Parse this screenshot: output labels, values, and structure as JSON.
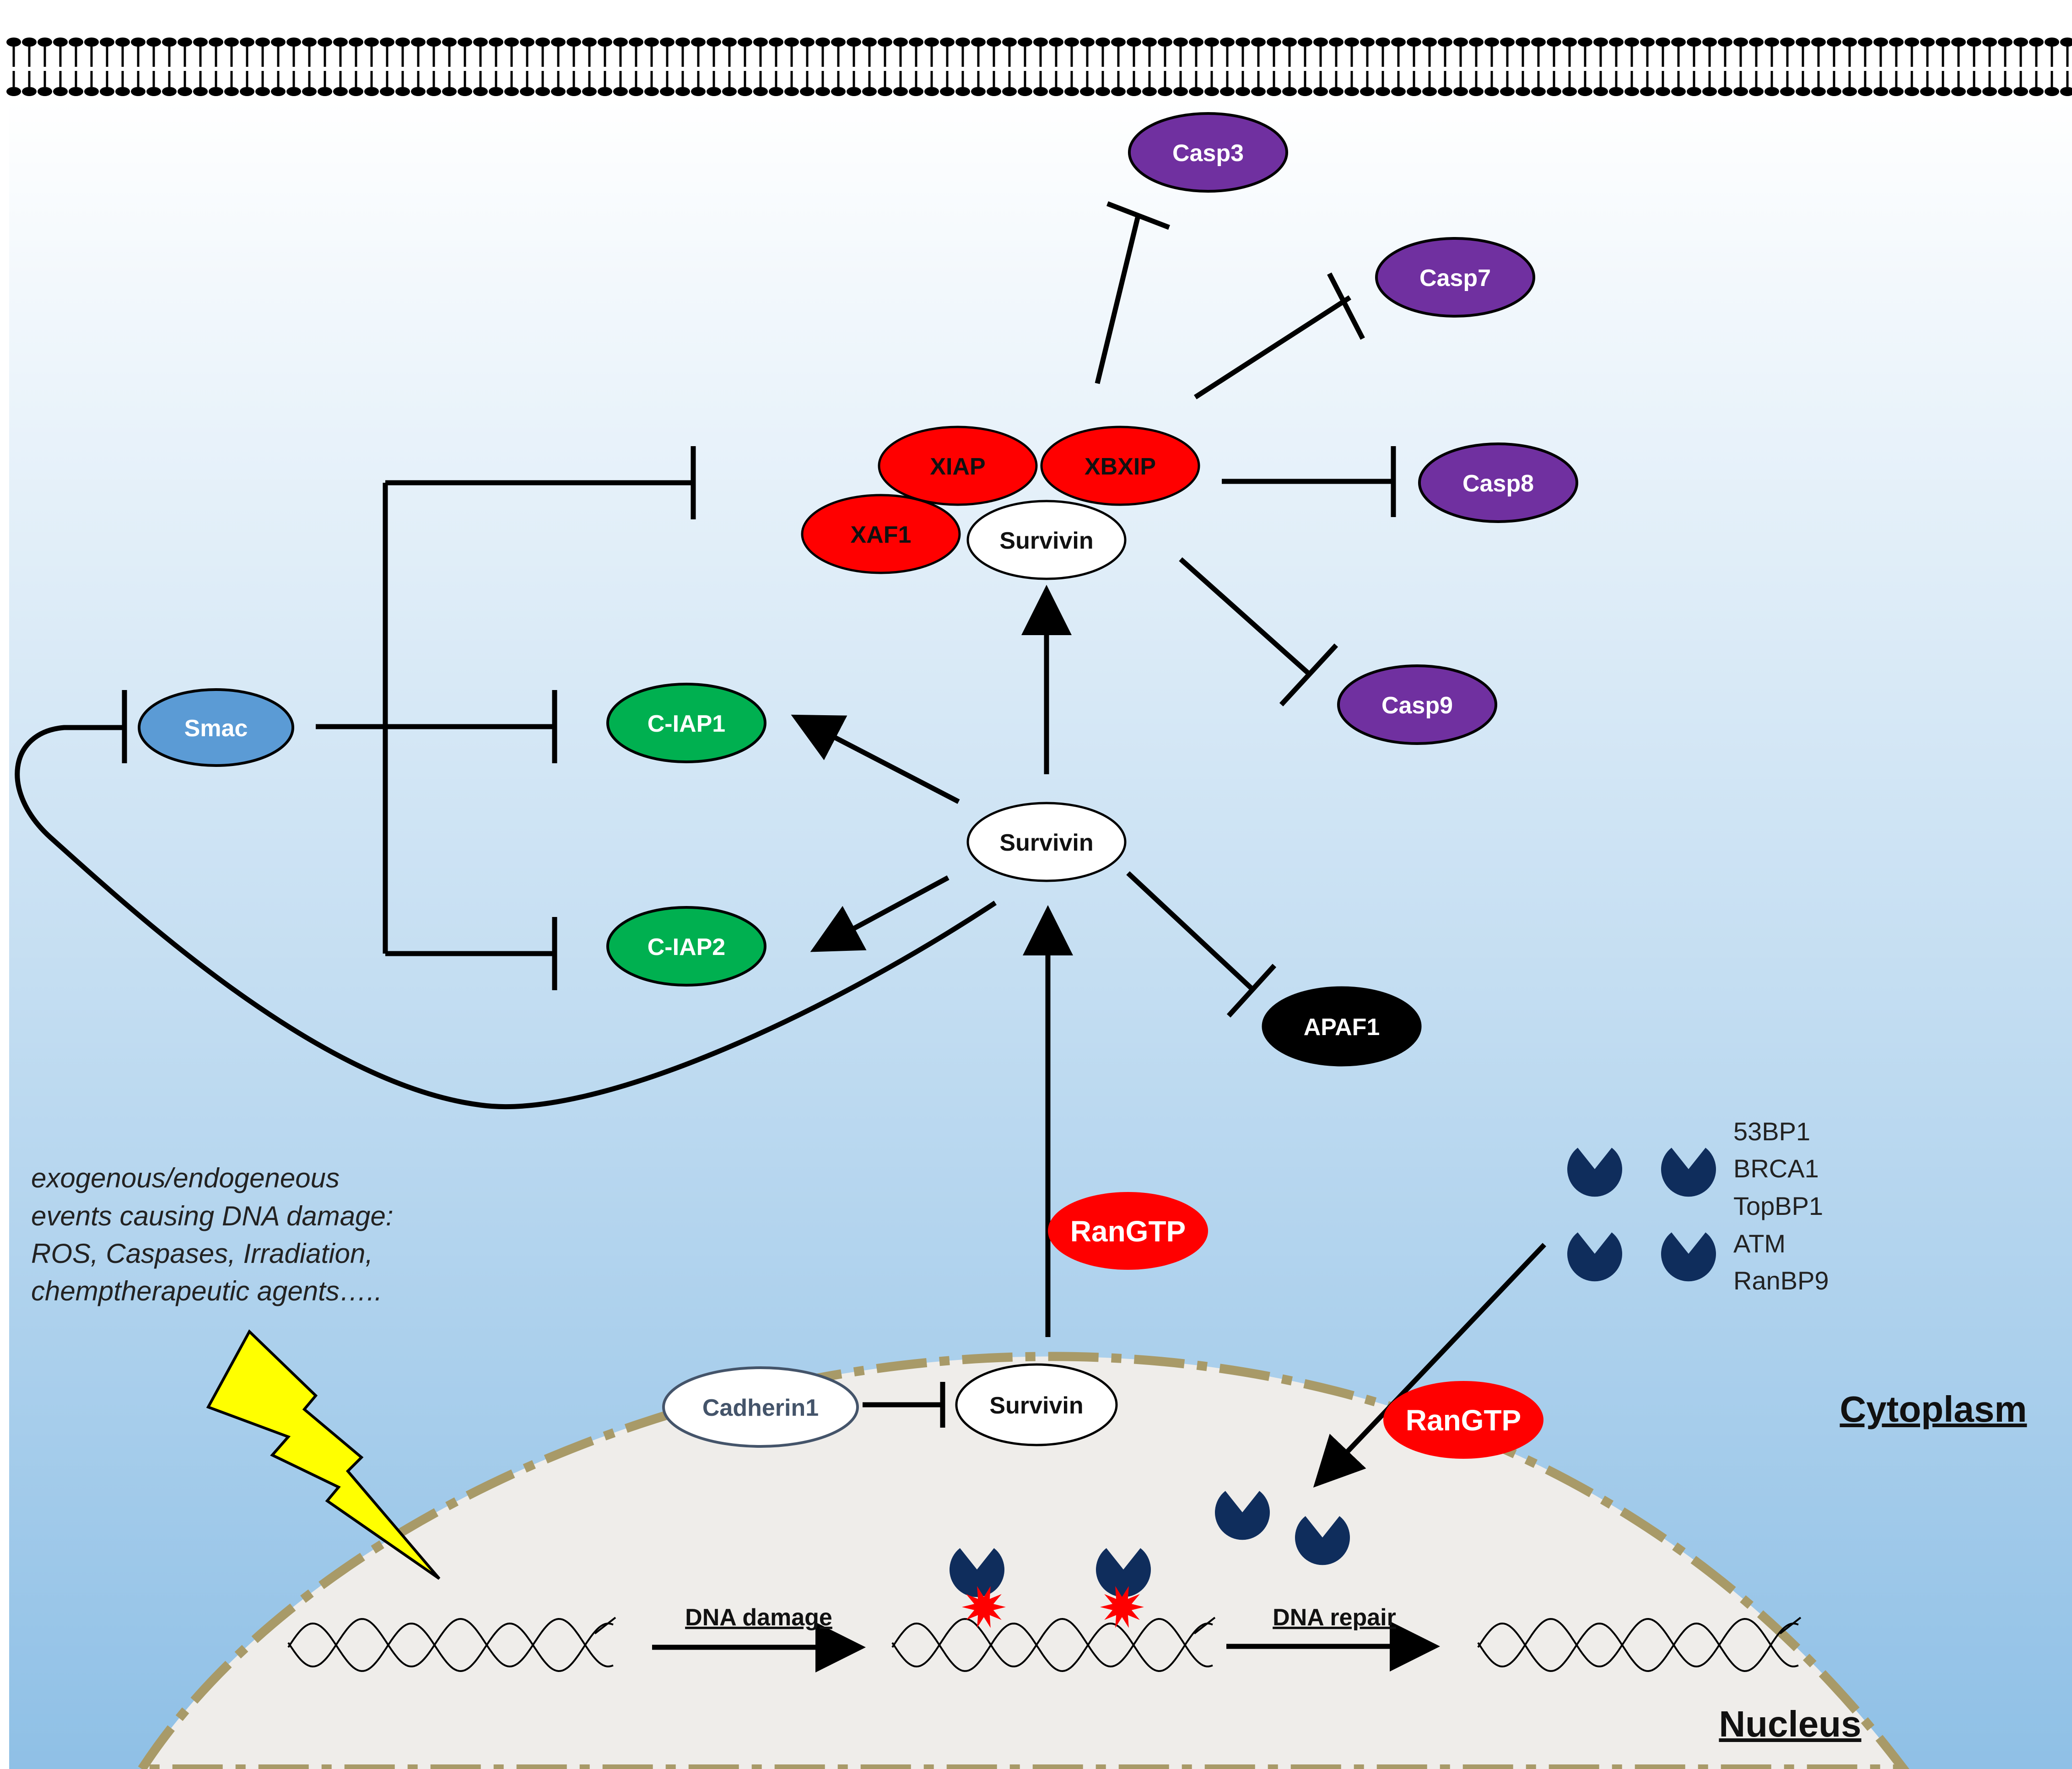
{
  "colors": {
    "cytoplasm_top": "#ffffff",
    "cytoplasm_bottom": "#8fc0e6",
    "nucleus_fill": "#efedea",
    "nuclear_envelope": "#a89a68",
    "caspase": "#7030a0",
    "xiap_complex": "#ff0000",
    "ciap": "#00b050",
    "smac": "#5b9bd5",
    "apaf1": "#000000",
    "repair_protein": "#0f2d5c",
    "lightning": "#ffff00"
  },
  "nodes": {
    "casp3": "Casp3",
    "casp7": "Casp7",
    "casp8": "Casp8",
    "casp9": "Casp9",
    "xiap": "XIAP",
    "xbxip": "XBXIP",
    "xaf1": "XAF1",
    "survivin_complex": "Survivin",
    "smac": "Smac",
    "ciap1": "C-IAP1",
    "ciap2": "C-IAP2",
    "survivin_center": "Survivin",
    "apaf1": "APAF1",
    "rangtp_upper": "RanGTP",
    "rangtp_lower": "RanGTP",
    "cadherin1": "Cadherin1",
    "survivin_nuclear": "Survivin"
  },
  "repair_proteins": [
    "53BP1",
    "BRCA1",
    "TopBP1",
    "ATM",
    "RanBP9"
  ],
  "note_lines": [
    "exogenous/endogeneous",
    "events causing  DNA damage:",
    "ROS, Caspases, Irradiation,",
    "chemptherapeutic agents….."
  ],
  "processes": {
    "dna_damage": "DNA damage",
    "dna_repair": "DNA repair"
  },
  "regions": {
    "cytoplasm": "Cytoplasm",
    "nucleus": "Nucleus"
  }
}
